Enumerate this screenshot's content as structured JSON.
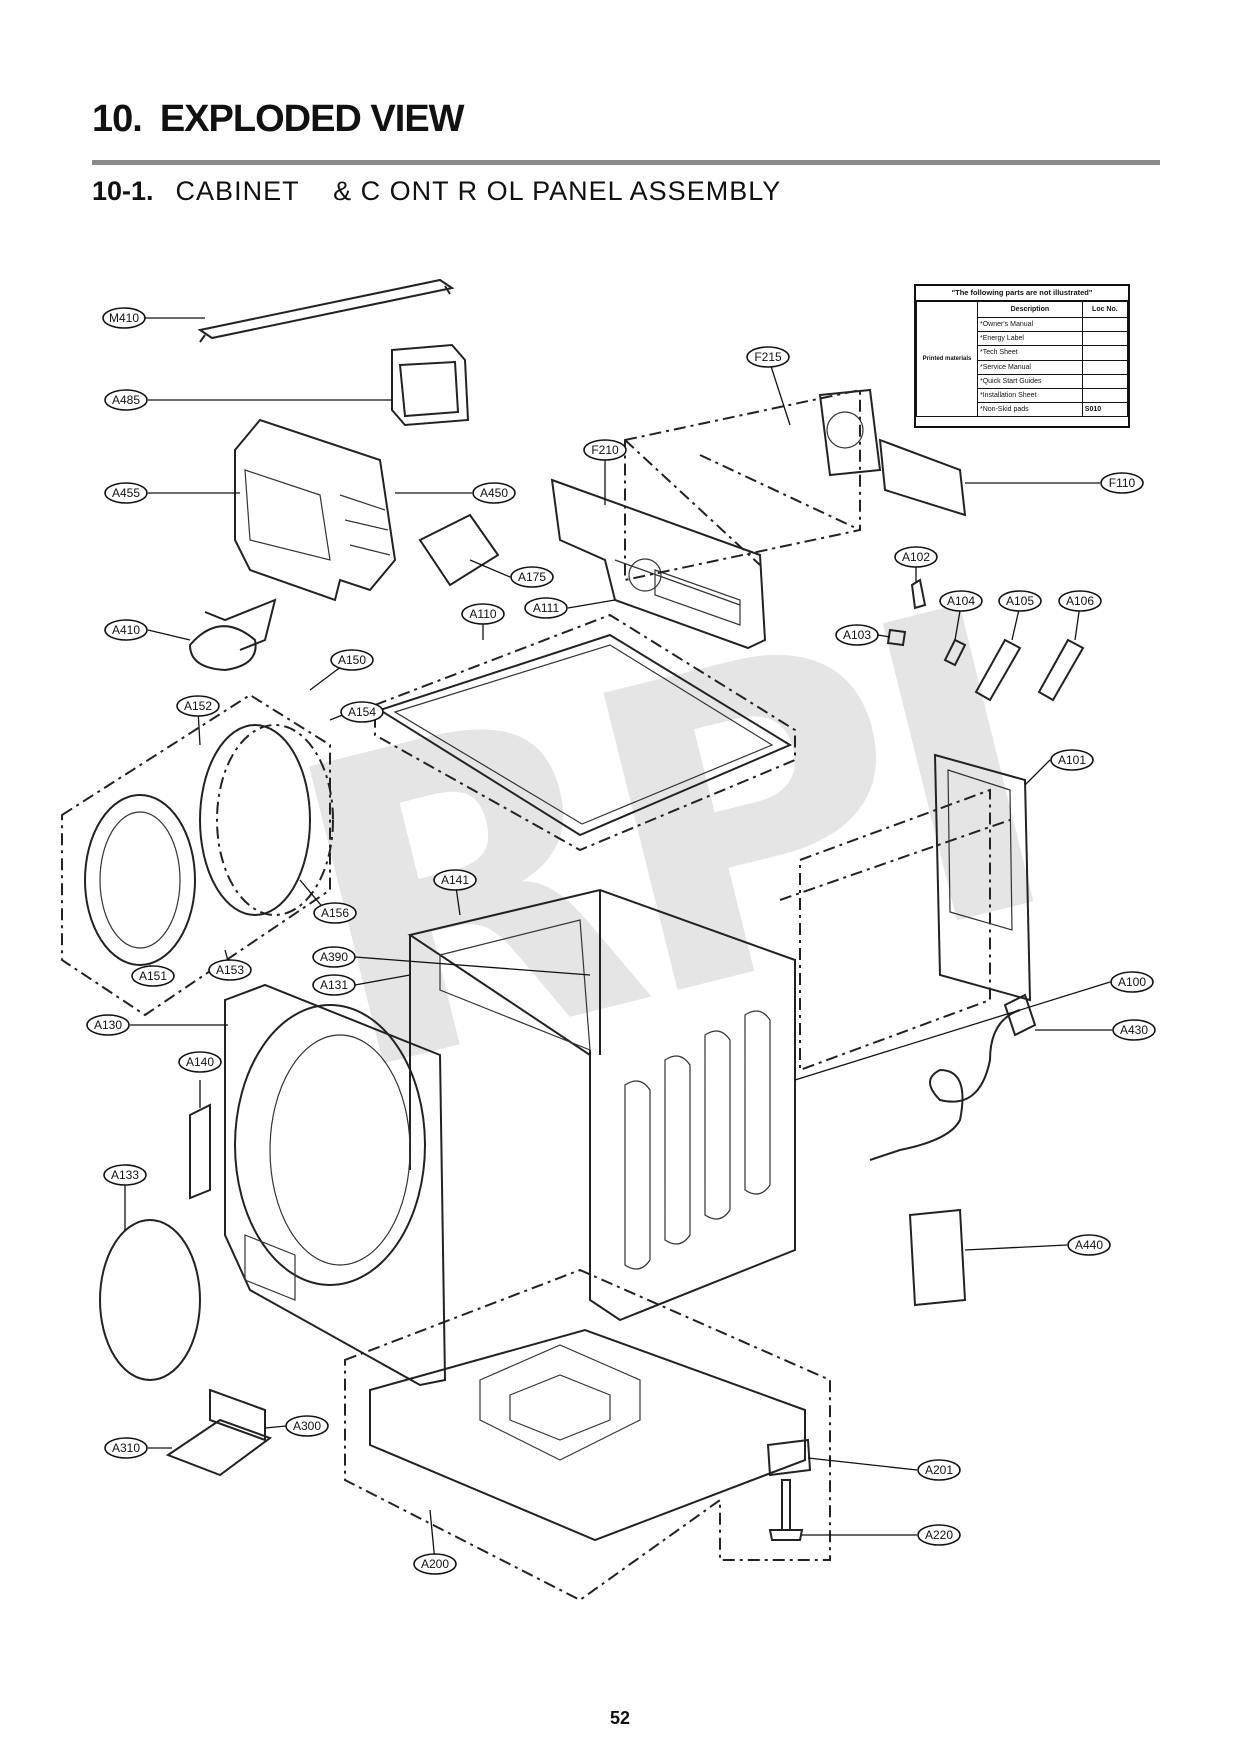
{
  "section": {
    "number": "10.",
    "title": "EXPLODED VIEW"
  },
  "subsection": {
    "number": "10-1.",
    "title": "CABINET    & C ONT R OL PANEL ASSEMBLY"
  },
  "not_illustrated_table": {
    "header": "\"The following parts are not illustrated\"",
    "columns": [
      "Description",
      "Loc No."
    ],
    "group": "Printed materials",
    "rows": [
      {
        "description": "*Owner's Manual",
        "loc": ""
      },
      {
        "description": "*Energy Label",
        "loc": ""
      },
      {
        "description": "*Tech Sheet",
        "loc": ""
      },
      {
        "description": "*Service Manual",
        "loc": ""
      },
      {
        "description": "*Quick Start Guides",
        "loc": ""
      },
      {
        "description": "*Installation Sheet",
        "loc": ""
      },
      {
        "description": "*Non-Skid pads",
        "loc": "S010"
      }
    ]
  },
  "callouts": [
    "M410",
    "A485",
    "A455",
    "A450",
    "A175",
    "F215",
    "F210",
    "F110",
    "A102",
    "A104",
    "A105",
    "A106",
    "A103",
    "A111",
    "A110",
    "A410",
    "A150",
    "A152",
    "A154",
    "A101",
    "A141",
    "A156",
    "A151",
    "A153",
    "A390",
    "A131",
    "A100",
    "A130",
    "A430",
    "A140",
    "A133",
    "A440",
    "A300",
    "A310",
    "A201",
    "A220",
    "A200"
  ],
  "watermark": "RPI",
  "page_number": "52"
}
